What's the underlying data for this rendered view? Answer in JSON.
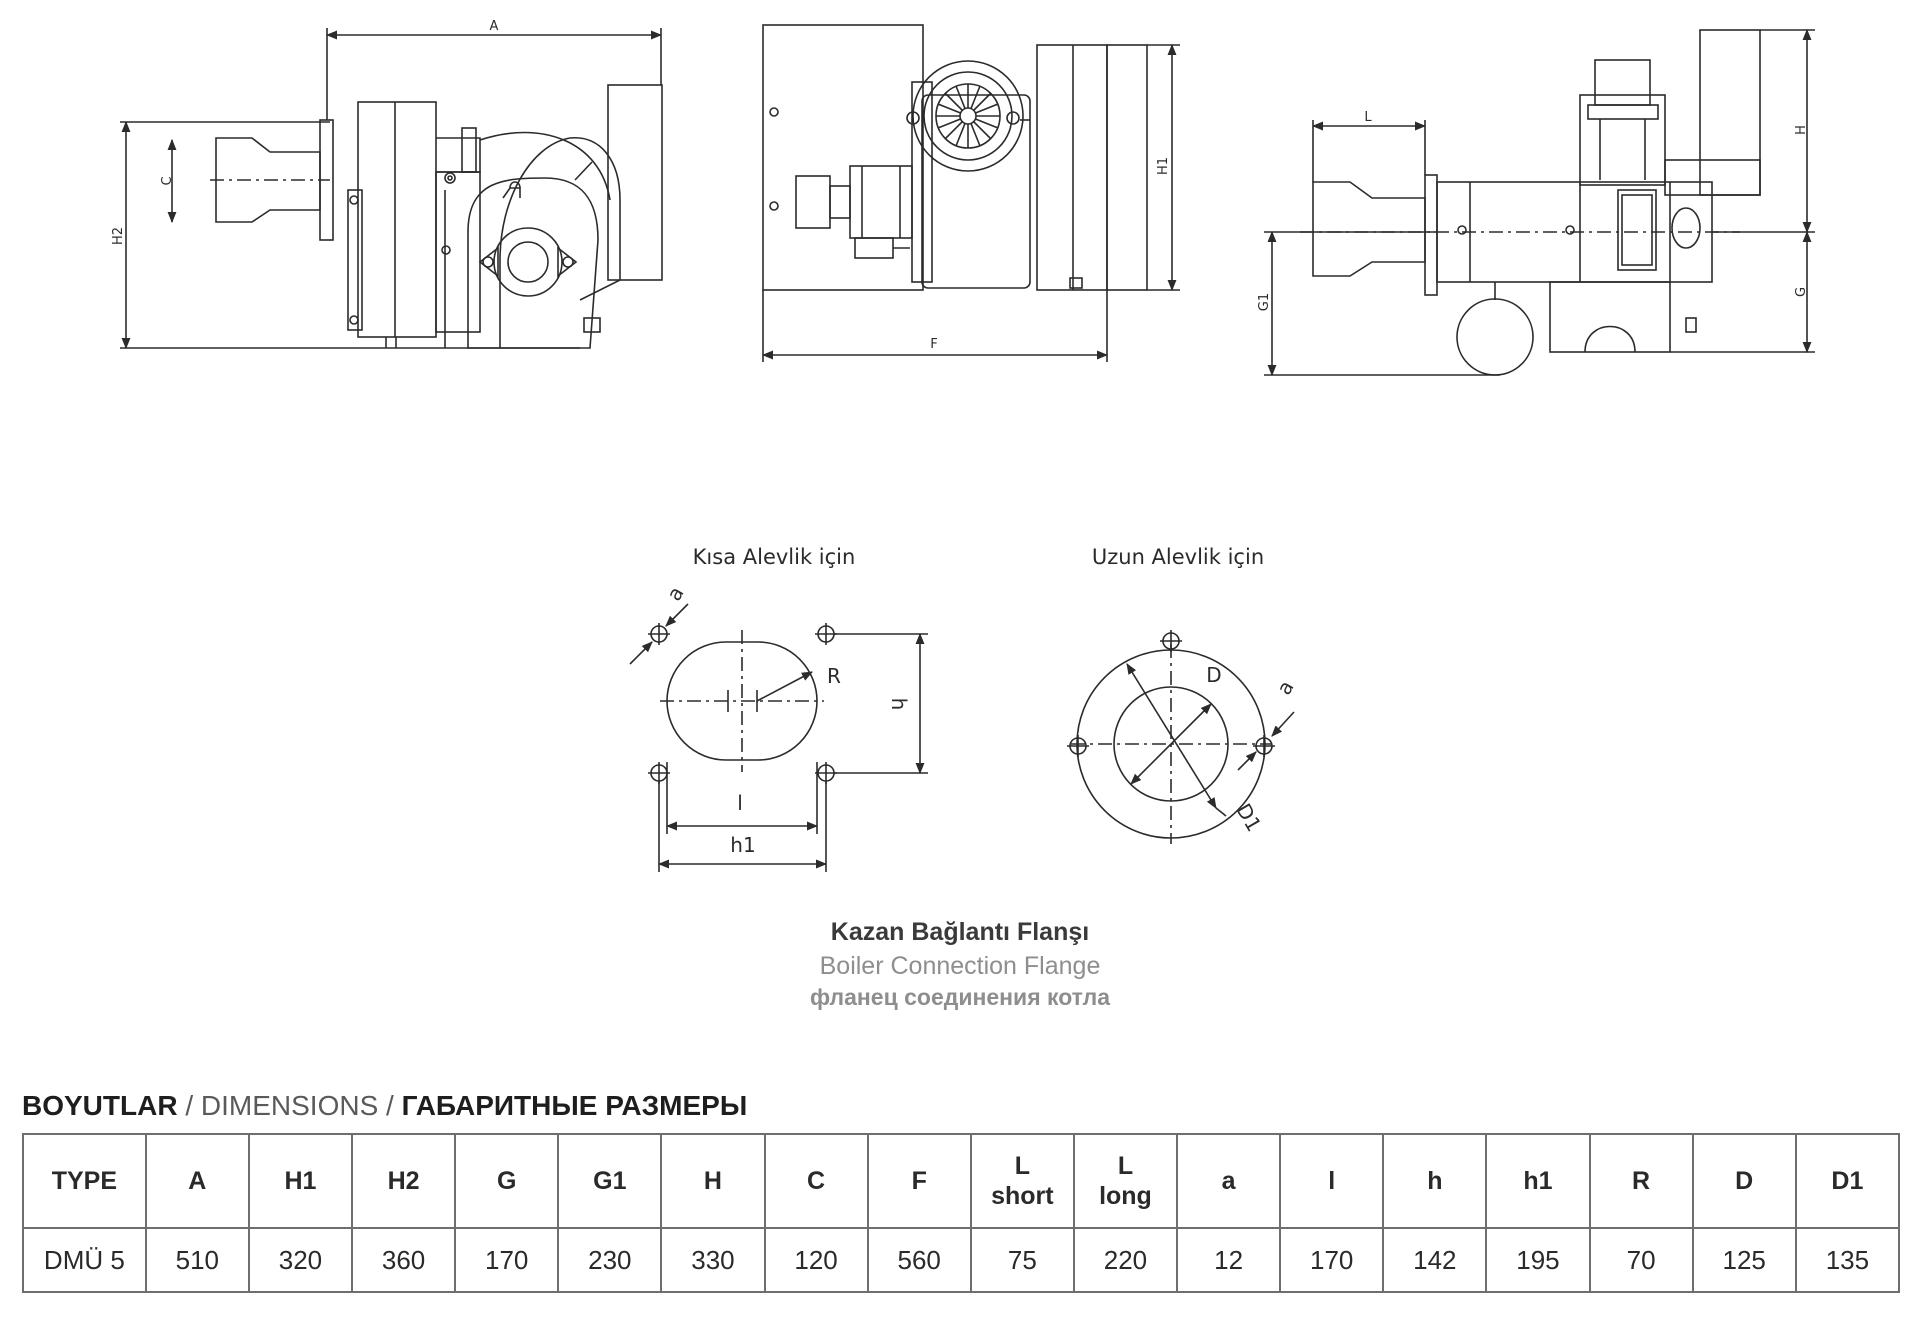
{
  "drawing_labels": {
    "side": {
      "A": "A",
      "C": "C",
      "H2": "H2"
    },
    "front": {
      "F": "F",
      "H1": "H1"
    },
    "rear": {
      "L": "L",
      "H": "H",
      "G": "G",
      "G1": "G1"
    },
    "flange_short": {
      "title": "Kısa  Alevlik  için",
      "a": "a",
      "R": "R",
      "h": "h",
      "l": "l",
      "h1": "h1"
    },
    "flange_long": {
      "title": "Uzun  Alevlik  için",
      "D": "D",
      "a": "a",
      "D1": "D1"
    }
  },
  "caption": {
    "tr": "Kazan Bağlantı Flanşı",
    "en": "Boiler Connection Flange",
    "ru": "фланец соединения котла"
  },
  "section_title": {
    "tr": "BOYUTLAR",
    "sep1": " / ",
    "en": "DIMENSIONS",
    "sep2": " / ",
    "ru": "ГАБАРИТНЫЕ РАЗМЕРЫ"
  },
  "table": {
    "headers": [
      [
        "TYPE"
      ],
      [
        "A"
      ],
      [
        "H1"
      ],
      [
        "H2"
      ],
      [
        "G"
      ],
      [
        "G1"
      ],
      [
        "H"
      ],
      [
        "C"
      ],
      [
        "F"
      ],
      [
        "L",
        "short"
      ],
      [
        "L",
        "long"
      ],
      [
        "a"
      ],
      [
        "l"
      ],
      [
        "h"
      ],
      [
        "h1"
      ],
      [
        "R"
      ],
      [
        "D"
      ],
      [
        "D1"
      ]
    ],
    "rows": [
      [
        "DMÜ 5",
        "510",
        "320",
        "360",
        "170",
        "230",
        "330",
        "120",
        "560",
        "75",
        "220",
        "12",
        "170",
        "142",
        "195",
        "70",
        "125",
        "135"
      ]
    ]
  }
}
